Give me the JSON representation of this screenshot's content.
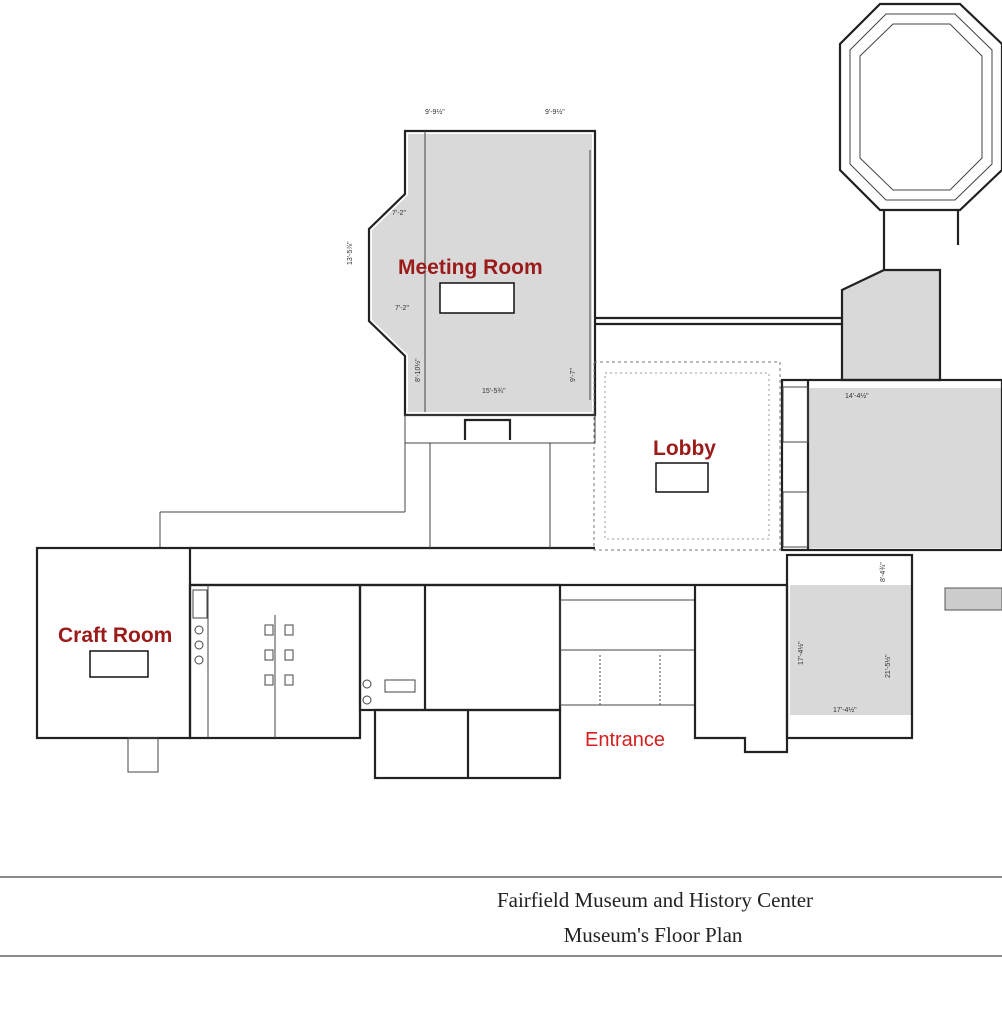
{
  "labels": {
    "meeting_room": "Meeting Room",
    "lobby": "Lobby",
    "craft_room": "Craft Room",
    "entrance": "Entrance"
  },
  "dimensions": {
    "d1": "9'-9½\"",
    "d2": "9'-9½\"",
    "d3": "13'-5⅞\"",
    "d4": "7'-2\"",
    "d5": "7'-2\"",
    "d6": "8'-10½\"",
    "d7": "15'-5¾\"",
    "d8": "9'-7\"",
    "d9": "14'-4½\"",
    "d10": "17'-4½\"",
    "d11": "21'-5½\"",
    "d12": "17'-4½\"",
    "d13": "8'-4¾\""
  },
  "title_block": {
    "line1": "Fairfield Museum and History Center",
    "line2": "Museum's Floor Plan"
  },
  "colors": {
    "label_red": "#9b1b1b",
    "entrance_red": "#d42020"
  }
}
